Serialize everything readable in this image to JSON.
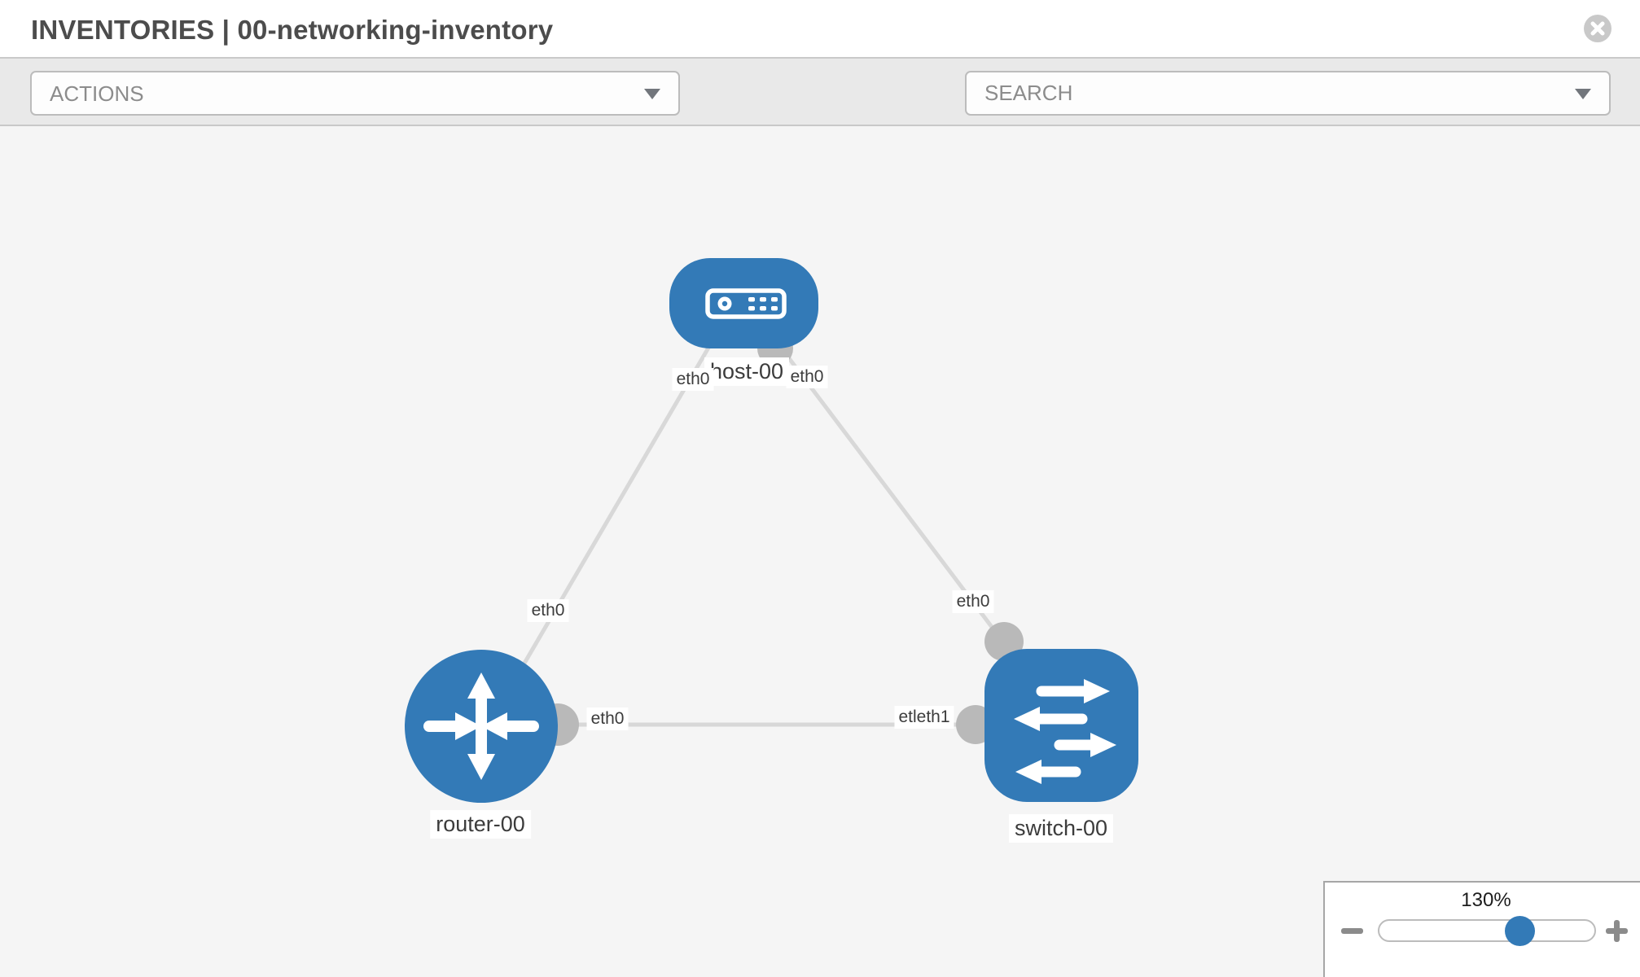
{
  "header": {
    "title": "INVENTORIES | 00-networking-inventory"
  },
  "toolbar": {
    "actions_label": "ACTIONS",
    "search_placeholder": "SEARCH"
  },
  "diagram": {
    "node_labels": {
      "host": "host-00",
      "router": "router-00",
      "switch": "switch-00"
    },
    "iface_labels": {
      "host_left": "eth0",
      "host_right": "eth0",
      "router_top": "eth0",
      "switch_top": "eth0",
      "router_right": "eth0",
      "switch_left": "etleth1"
    },
    "links": [
      {
        "from": "host-00",
        "to": "router-00",
        "from_if": "eth0",
        "to_if": "eth0"
      },
      {
        "from": "host-00",
        "to": "switch-00",
        "from_if": "eth0",
        "to_if": "eth0"
      },
      {
        "from": "router-00",
        "to": "switch-00",
        "from_if": "eth0",
        "to_if": "etleth1"
      }
    ]
  },
  "zoom_control": {
    "value": "130%"
  },
  "colors": {
    "accent_blue": "#337ab7",
    "link_gray": "#d8d8d8",
    "connector_gray": "#b9b9b9",
    "toolbar_bg": "#e9e9e9",
    "canvas_bg": "#f5f5f5"
  }
}
